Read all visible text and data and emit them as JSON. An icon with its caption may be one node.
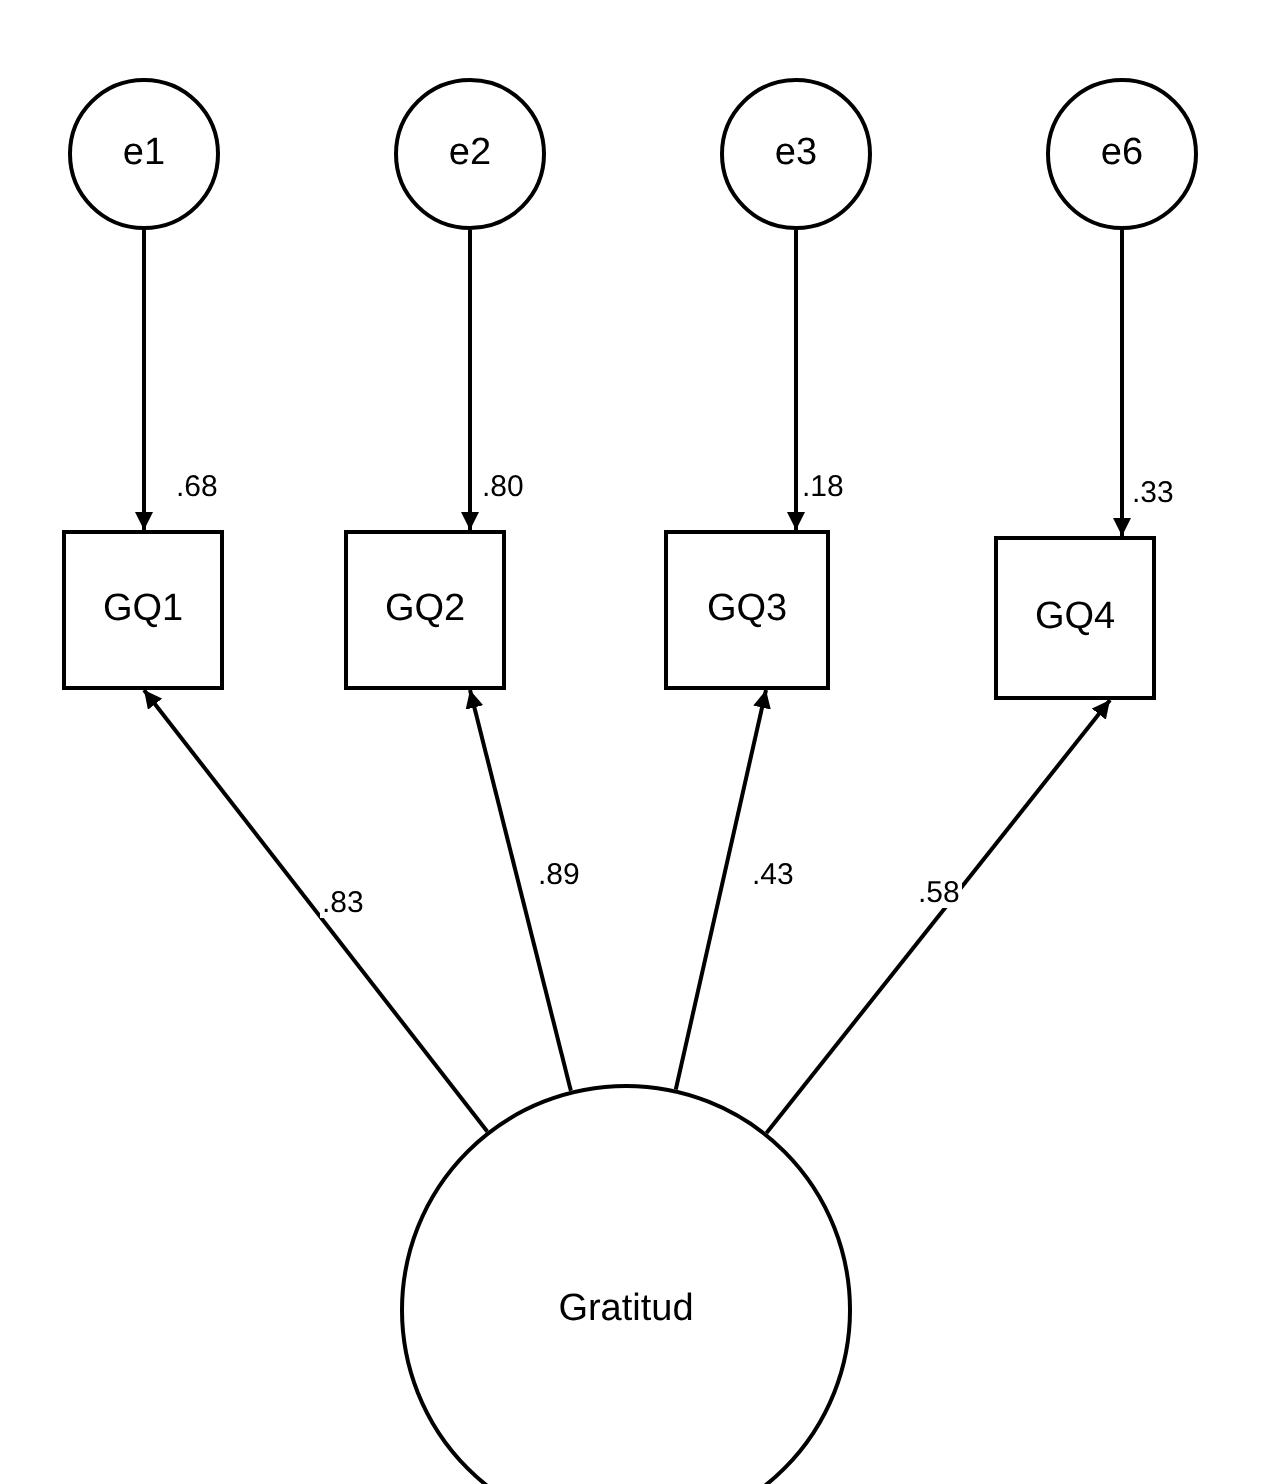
{
  "diagram": {
    "nodes": [
      {
        "text": [
          "e1"
        ]
      },
      {
        "text": [
          "e2"
        ]
      },
      {
        "text": [
          "e3"
        ]
      },
      {
        "text": [
          "e6"
        ]
      },
      {
        "text": [
          "GQ1"
        ],
        "beside": [
          ".68"
        ]
      },
      {
        "text": [
          "GQ2"
        ],
        "beside": [
          ".80"
        ]
      },
      {
        "text": [
          "GQ3"
        ],
        "beside": [
          ".18"
        ]
      },
      {
        "text": [
          "GQ4"
        ],
        "beside": [
          ".33"
        ]
      },
      {
        "text": [
          "Gratitud"
        ]
      }
    ],
    "edges": [
      {
        "from": 0,
        "to": 4,
        "arrow": "to"
      },
      {
        "from": 1,
        "to": 5,
        "arrow": "to"
      },
      {
        "from": 2,
        "to": 6,
        "arrow": "to"
      },
      {
        "from": 3,
        "to": 7,
        "arrow": "to"
      },
      {
        "from": 8,
        "to": 4,
        "arrow": "to",
        "label": ".83"
      },
      {
        "from": 8,
        "to": 5,
        "arrow": "to",
        "label": ".89"
      },
      {
        "from": 8,
        "to": 6,
        "arrow": "to",
        "label": ".43"
      },
      {
        "from": 8,
        "to": 7,
        "arrow": "to",
        "label": ".58"
      }
    ]
  }
}
